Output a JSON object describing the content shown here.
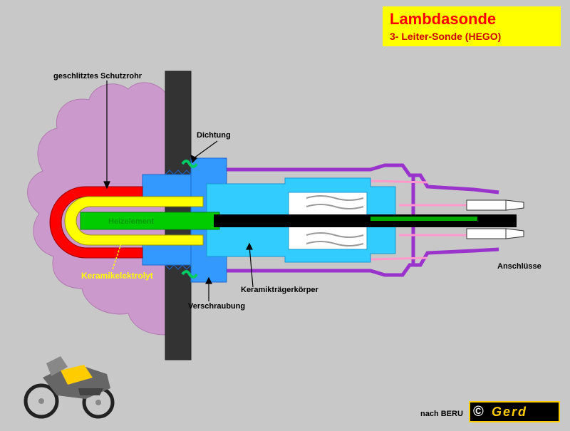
{
  "title": {
    "main": "Lambdasonde",
    "sub": "3- Leiter-Sonde (HEGO)"
  },
  "labels": {
    "schutzrohr": "geschlitztes Schutzrohr",
    "dichtung": "Dichtung",
    "heizelement": "Heizelement",
    "keramikelektrolyt": "Keramikelektrolyt",
    "keramiktraeger": "Keramikträgerkörper",
    "verschraubung": "Verschraubung",
    "anschluesse": "Anschlüsse",
    "source": "nach BERU"
  },
  "logo": {
    "symbol": "©",
    "text": "Gerd"
  },
  "icons": [
    "motorcycle-illustration",
    "copyright-icon"
  ],
  "colors": {
    "background": "#c8c8c8",
    "exhaust_cloud": "#cc99cc",
    "wall": "#333333",
    "protection_tube": "#ff0000",
    "electrolyte": "#ffff00",
    "heater": "#00cc00",
    "thread_body": "#3399ff",
    "ceramic_carrier": "#33ccff",
    "housing": "#9933cc",
    "gasket": "#00cc66",
    "title_bg": "#ffff00",
    "title_text": "#ff0000"
  }
}
